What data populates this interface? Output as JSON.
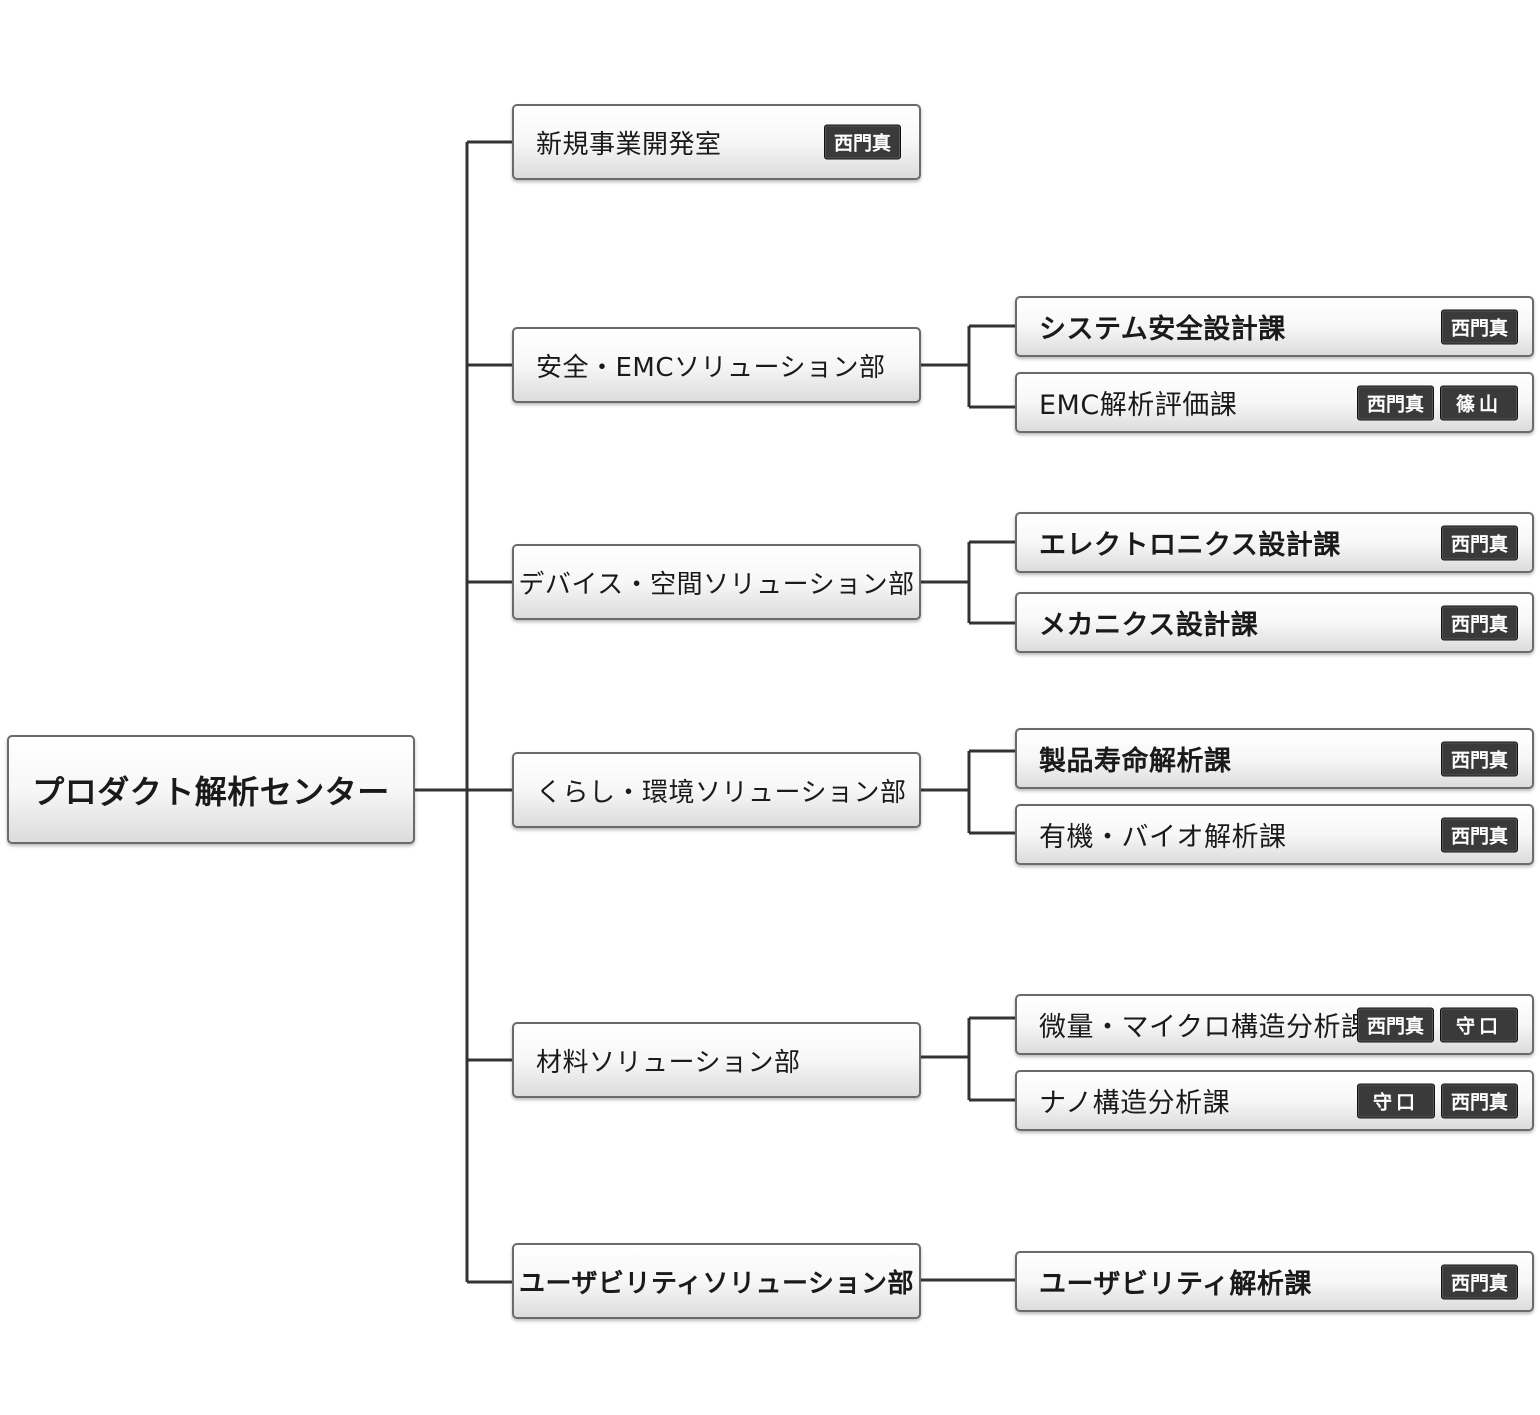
{
  "root": {
    "label": "プロダクト解析センター"
  },
  "departments": [
    {
      "label": "新規事業開発室",
      "tags": [
        "西門真"
      ]
    },
    {
      "label": "安全・EMCソリューション部"
    },
    {
      "label": "デバイス・空間ソリューション部"
    },
    {
      "label": "くらし・環境ソリューション部"
    },
    {
      "label": "材料ソリューション部"
    },
    {
      "label": "ユーザビリティソリューション部"
    }
  ],
  "sections": [
    {
      "label": "システム安全設計課",
      "tags": [
        "西門真"
      ]
    },
    {
      "label": "EMC解析評価課",
      "tags": [
        "西門真",
        "篠山"
      ]
    },
    {
      "label": "エレクトロニクス設計課",
      "tags": [
        "西門真"
      ]
    },
    {
      "label": "メカニクス設計課",
      "tags": [
        "西門真"
      ]
    },
    {
      "label": "製品寿命解析課",
      "tags": [
        "西門真"
      ]
    },
    {
      "label": "有機・バイオ解析課",
      "tags": [
        "西門真"
      ]
    },
    {
      "label": "微量・マイクロ構造分析課",
      "tags": [
        "西門真",
        "守口"
      ]
    },
    {
      "label": "ナノ構造分析課",
      "tags": [
        "守口",
        "西門真"
      ]
    },
    {
      "label": "ユーザビリティ解析課",
      "tags": [
        "西門真"
      ]
    }
  ]
}
